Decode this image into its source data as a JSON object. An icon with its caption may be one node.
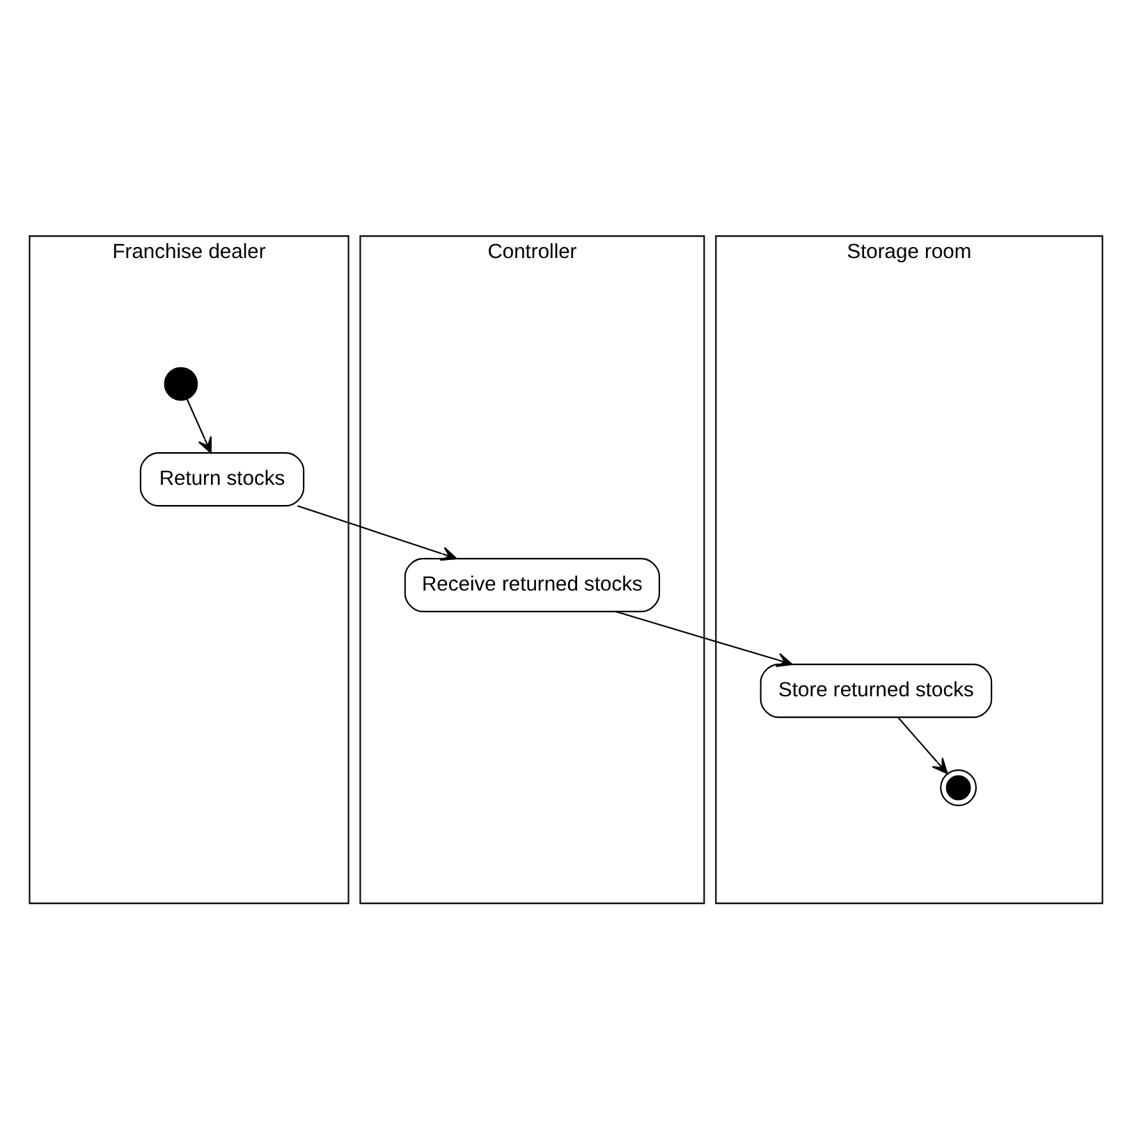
{
  "diagram": {
    "nodes": [
      {
        "text": [
          "Franchise dealer"
        ]
      },
      {
        "text": [],
        "shape": "circle",
        "in": 0
      },
      {
        "text": [
          "Return stocks"
        ],
        "in": 0
      },
      {
        "text": [
          "Controller"
        ]
      },
      {
        "text": [
          "Receive returned stocks"
        ],
        "in": 3
      },
      {
        "text": [
          "Storage room"
        ]
      },
      {
        "text": [
          "Store returned stocks"
        ],
        "in": 5
      },
      {
        "text": [],
        "shape": "circle",
        "in": 5
      }
    ],
    "edges": [
      {
        "from": 1,
        "to": 2,
        "arrow": "to"
      },
      {
        "from": 2,
        "to": 4,
        "arrow": "to"
      },
      {
        "from": 4,
        "to": 6,
        "arrow": "to"
      },
      {
        "from": 6,
        "to": 7,
        "arrow": "to"
      }
    ]
  }
}
